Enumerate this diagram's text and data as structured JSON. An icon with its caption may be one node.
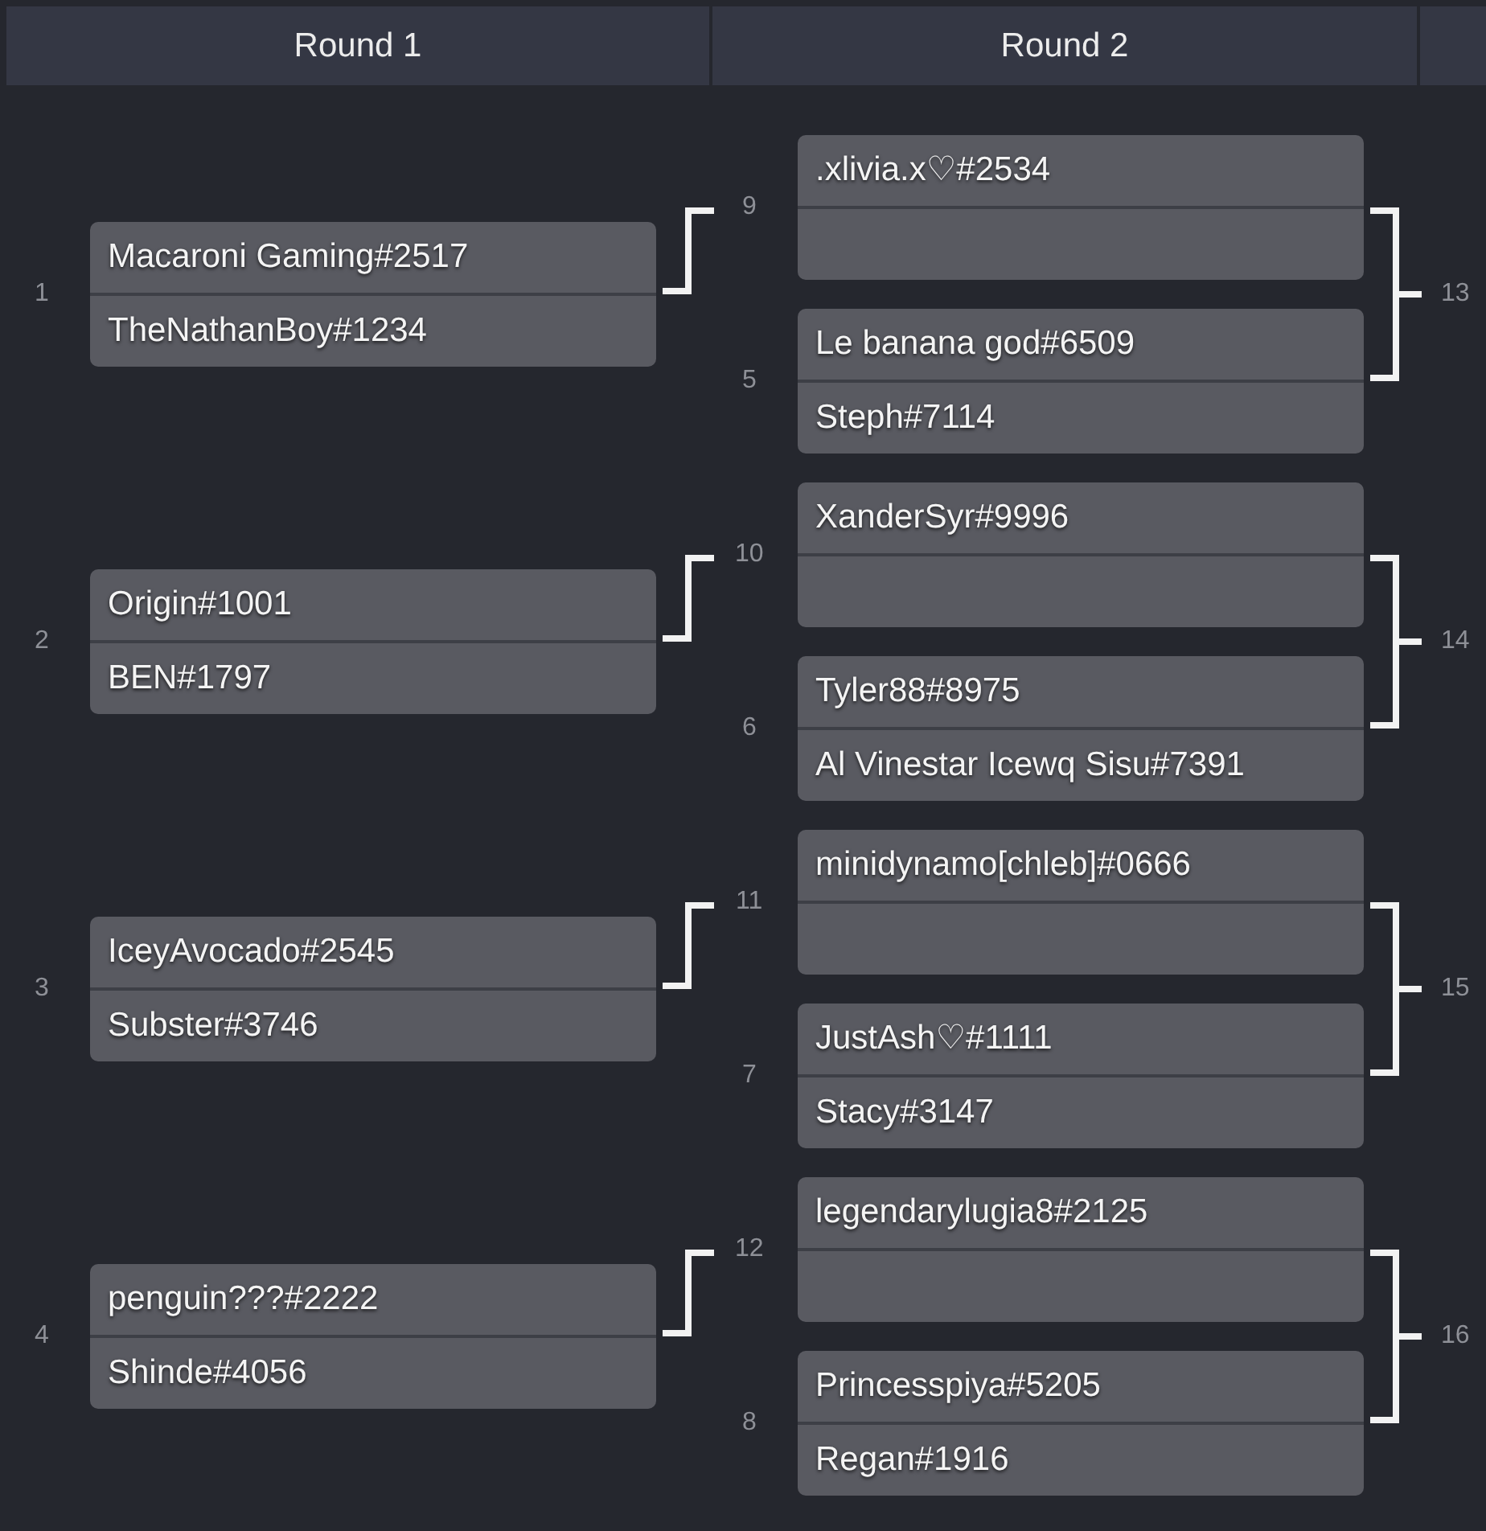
{
  "diagram": {
    "nodes": [
      {
        "text": [
          "Round 1"
        ]
      },
      {
        "text": [
          "Round 2"
        ]
      },
      {
        "text": [],
        "shape": "box"
      },
      {
        "text": [
          "Macaroni Gaming#2517",
          "TheNathanBoy#1234"
        ],
        "beside": [
          "1"
        ]
      },
      {
        "text": [
          "Origin#1001",
          "BEN#1797"
        ],
        "beside": [
          "2"
        ]
      },
      {
        "text": [
          "IceyAvocado#2545",
          "Subster#3746"
        ],
        "beside": [
          "3"
        ]
      },
      {
        "text": [
          "penguin???#2222",
          "Shinde#4056"
        ],
        "beside": [
          "4"
        ]
      },
      {
        "text": [
          ".xlivia.x♡#2534"
        ],
        "beside": [
          "9"
        ]
      },
      {
        "text": [
          "Le banana god#6509",
          "Steph#7114"
        ],
        "beside": [
          "5"
        ]
      },
      {
        "text": [
          "XanderSyr#9996"
        ],
        "beside": [
          "10"
        ]
      },
      {
        "text": [
          "Tyler88#8975",
          "Al Vinestar Icewq Sisu#7391"
        ],
        "beside": [
          "6"
        ]
      },
      {
        "text": [
          "minidynamo[chleb]#0666"
        ],
        "beside": [
          "11"
        ]
      },
      {
        "text": [
          "JustAsh♡#1111",
          "Stacy#3147"
        ],
        "beside": [
          "7"
        ]
      },
      {
        "text": [
          "legendarylugia8#2125"
        ],
        "beside": [
          "12"
        ]
      },
      {
        "text": [
          "Princesspiya#5205",
          "Regan#1916"
        ],
        "beside": [
          "8"
        ]
      },
      {
        "text": [
          "13"
        ]
      },
      {
        "text": [
          "14"
        ]
      },
      {
        "text": [
          "15"
        ]
      },
      {
        "text": [
          "16"
        ]
      }
    ],
    "edges": [
      {
        "from": 3,
        "to": 7,
        "arrow": "none"
      },
      {
        "from": 4,
        "to": 9,
        "arrow": "none"
      },
      {
        "from": 5,
        "to": 11,
        "arrow": "none"
      },
      {
        "from": 6,
        "to": 13,
        "arrow": "none"
      },
      {
        "from": 7,
        "to": 15,
        "arrow": "none"
      },
      {
        "from": 8,
        "to": 15,
        "arrow": "none"
      },
      {
        "from": 9,
        "to": 16,
        "arrow": "none"
      },
      {
        "from": 10,
        "to": 16,
        "arrow": "none"
      },
      {
        "from": 11,
        "to": 17,
        "arrow": "none"
      },
      {
        "from": 12,
        "to": 17,
        "arrow": "none"
      },
      {
        "from": 13,
        "to": 18,
        "arrow": "none"
      },
      {
        "from": 14,
        "to": 18,
        "arrow": "none"
      }
    ]
  }
}
